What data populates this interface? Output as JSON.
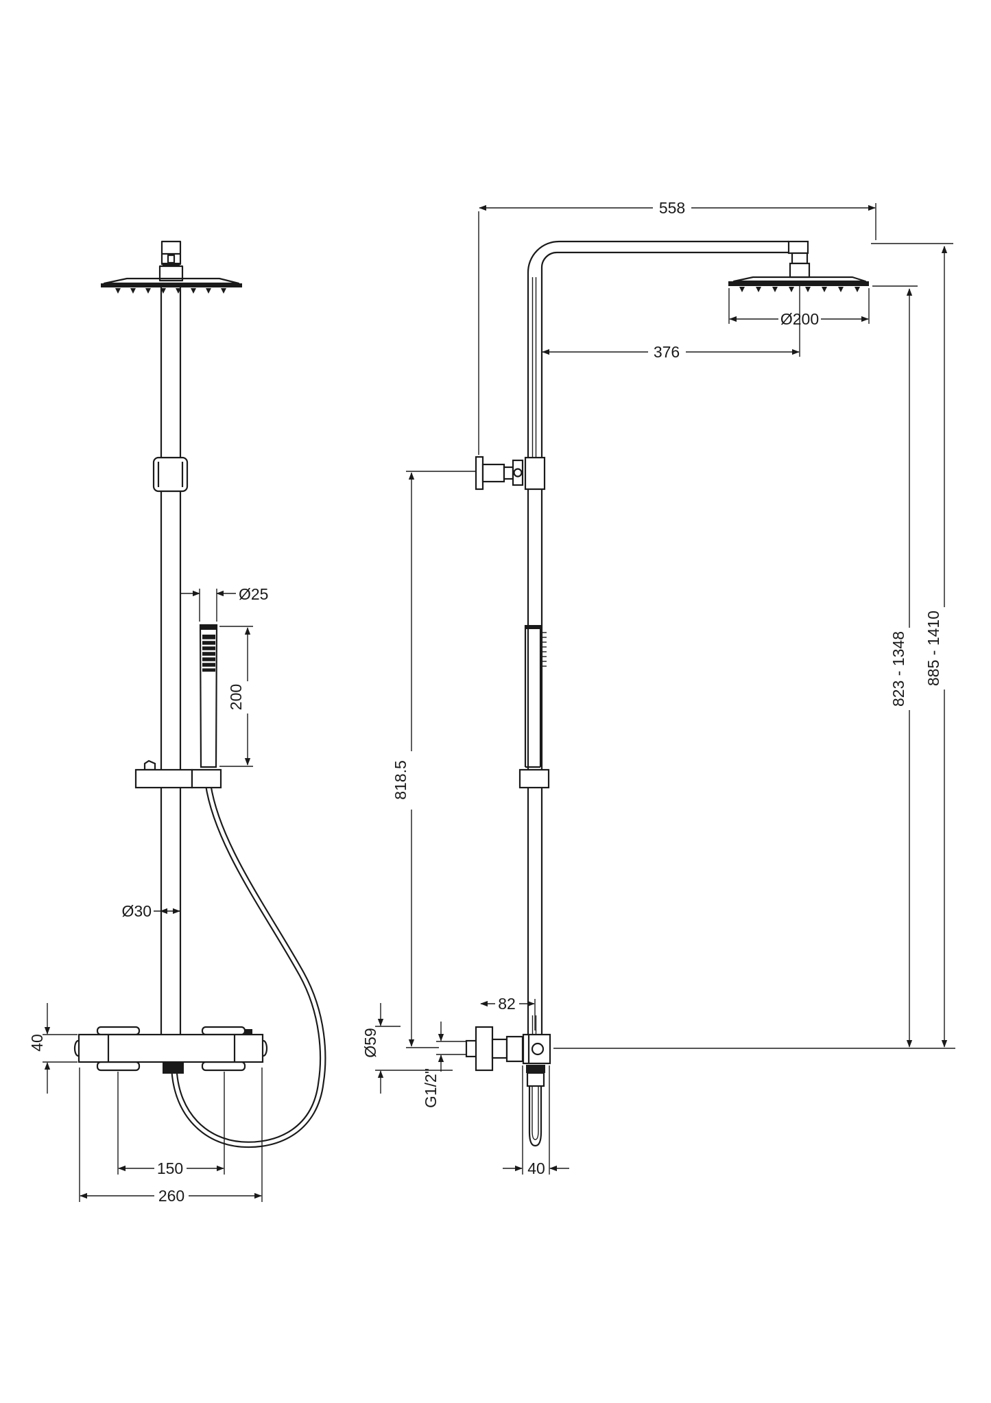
{
  "drawing": {
    "background_color": "#ffffff",
    "line_color": "#1a1a1a",
    "views": {
      "front_view": {
        "dimensions": {
          "handset_diameter": "Ø25",
          "handset_length": "200",
          "riser_diameter": "Ø30",
          "valve_body_height": "40",
          "handle_centres": "150",
          "valve_width": "260"
        }
      },
      "side_view": {
        "dimensions": {
          "arm_reach": "558",
          "head_centre_offset": "376",
          "head_diameter": "Ø200",
          "riser_to_head_height": "823 - 1348",
          "overall_height": "885 - 1410",
          "bracket_to_valve_height": "818.5",
          "wall_to_riser": "82",
          "escutcheon_diameter": "Ø59",
          "inlet_connection": "G1/2\"",
          "outlet_width": "40"
        }
      }
    }
  }
}
